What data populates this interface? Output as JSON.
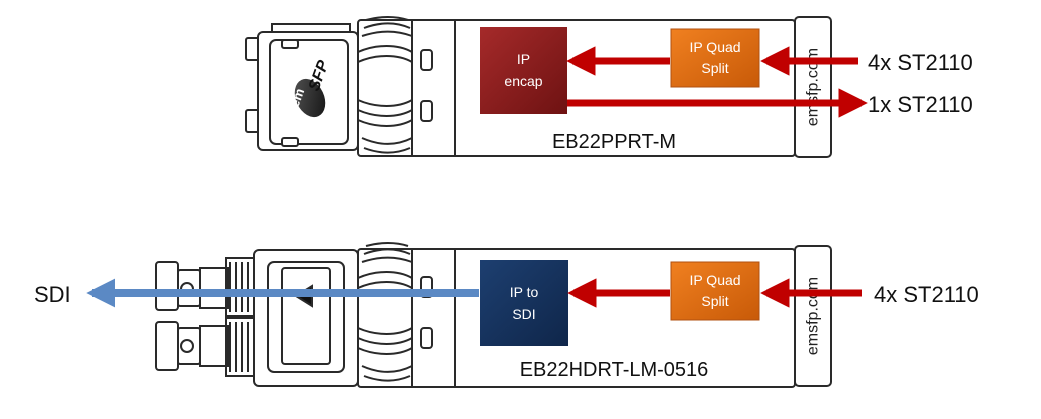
{
  "colors": {
    "arrow_red": "#c00000",
    "arrow_blue": "#5b89c4",
    "box_encap": "#8b1a1a",
    "box_quad": "#e06a10",
    "box_iptosdi": "#16335e",
    "outline": "#2a2a2a",
    "body_fill": "#ffffff"
  },
  "module_top": {
    "logo_text": "SFP",
    "logo_prefix": "em",
    "block_encap": [
      "IP",
      "encap"
    ],
    "block_quad": [
      "IP Quad",
      "Split"
    ],
    "model": "EB22PPRT-M",
    "side_label": "emsfp.com",
    "input_label": "4x ST2110",
    "output_label": "1x ST2110"
  },
  "module_bottom": {
    "block_convert": [
      "IP to",
      "SDI"
    ],
    "block_quad": [
      "IP Quad",
      "Split"
    ],
    "model": "EB22HDRT-LM-0516",
    "side_label": "emsfp.com",
    "input_label": "4x ST2110",
    "output_label": "SDI"
  }
}
